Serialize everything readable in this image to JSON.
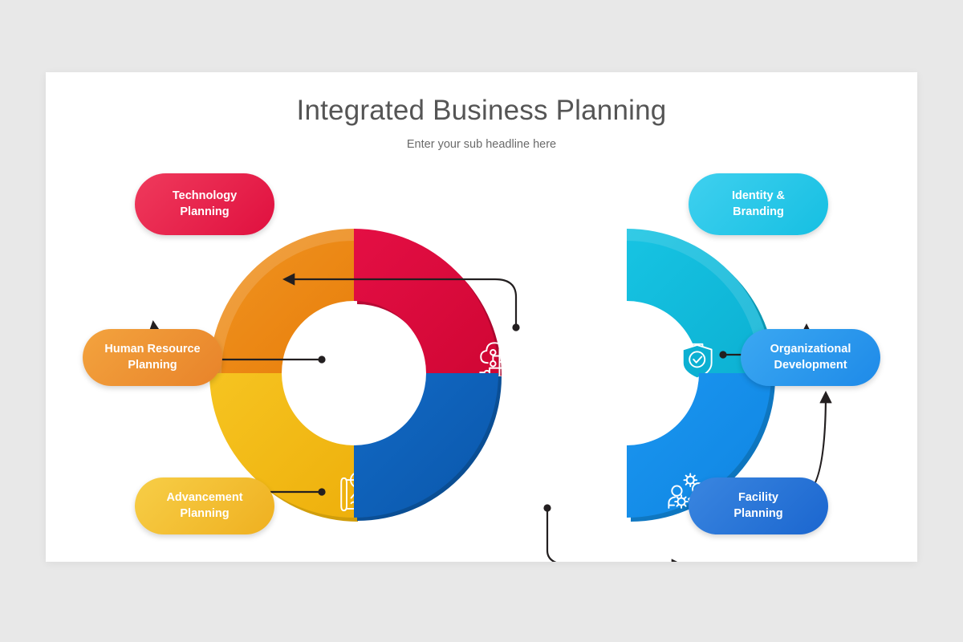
{
  "slide": {
    "title": "Integrated Business Planning",
    "subtitle": "Enter your sub headline here",
    "background_color": "#e8e8e8",
    "canvas_color": "#ffffff"
  },
  "diagram": {
    "type": "double-donut-infographic",
    "shape": "s-curve two interlocking donut rings, 4 segments left ring, 4 segments right ring",
    "segments": [
      {
        "id": "technology-planning",
        "label": "Technology\nPlanning",
        "ring": "left",
        "quadrant": "top-right",
        "color": "#dd0b3c",
        "shade_color": "#b50931",
        "icon": "cloud-network-icon",
        "pill_gradient": [
          "#ef3a5c",
          "#e0103f"
        ]
      },
      {
        "id": "human-resource-planning",
        "label": "Human Resource\nPlanning",
        "ring": "left",
        "quadrant": "top-left",
        "color": "#ec8713",
        "shade_color": "#cf7510",
        "icon": "training-board-people-icon",
        "pill_gradient": [
          "#f3a33e",
          "#e8832a"
        ]
      },
      {
        "id": "advancement-planning",
        "label": "Advancement\nPlanning",
        "ring": "left",
        "quadrant": "bottom-left",
        "color": "#f0b611",
        "shade_color": "#d29e0e",
        "icon": "roadmap-clock-flag-icon",
        "pill_gradient": [
          "#f7ce47",
          "#efb020"
        ]
      },
      {
        "id": "facility-planning",
        "label": "Facility\nPlanning",
        "ring": "left",
        "quadrant": "bottom-right",
        "color": "#0d5cb6",
        "shade_color": "#0b4d99",
        "icon": "blueprint-lightbulb-pencil-icon",
        "pill_gradient": [
          "#3a86e0",
          "#1b66cf"
        ]
      },
      {
        "id": "identity-branding",
        "label": "Identity &\nBranding",
        "ring": "right",
        "quadrant": "top-right",
        "color": "#10bcdc",
        "shade_color": "#0ea2bf",
        "icon": "id-card-shield-check-icon",
        "pill_gradient": [
          "#3fd0ef",
          "#16bfe2"
        ]
      },
      {
        "id": "organizational-development",
        "label": "Organizational\nDevelopment",
        "ring": "right",
        "quadrant": "bottom-right",
        "color": "#128fec",
        "shade_color": "#0f7bcc",
        "icon": "people-gears-icon",
        "pill_gradient": [
          "#3ba8f2",
          "#1e8ae8"
        ]
      }
    ],
    "connector_color": "#231f20",
    "icon_color": "#ffffff"
  }
}
